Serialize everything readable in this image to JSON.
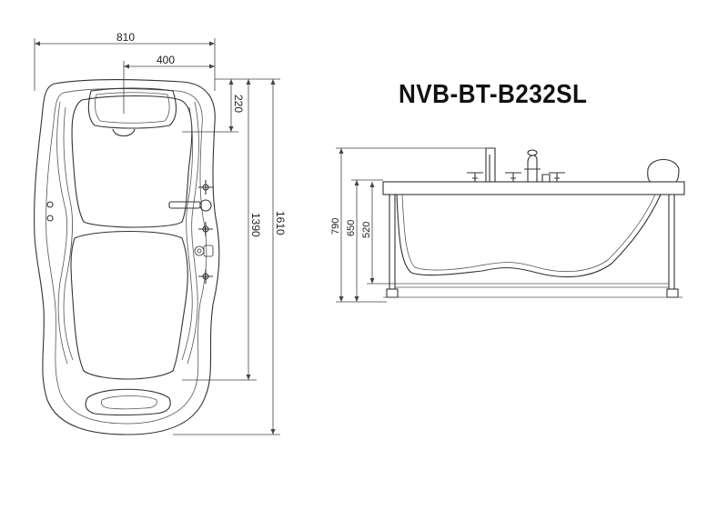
{
  "model": "NVB-BT-B232SL",
  "top_view": {
    "width_total": "810",
    "headrest_width": "400",
    "headrest_depth": "220",
    "inner_length": "1390",
    "total_length": "1610"
  },
  "side_view": {
    "height_total": "790",
    "height_rim": "650",
    "height_inner": "520"
  }
}
